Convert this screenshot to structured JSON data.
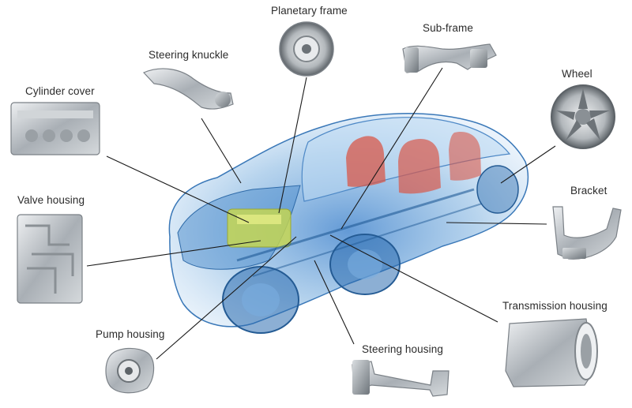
{
  "labels": {
    "planetary_frame": "Planetary frame",
    "sub_frame": "Sub-frame",
    "steering_knuckle": "Steering knuckle",
    "cylinder_cover": "Cylinder cover",
    "wheel": "Wheel",
    "bracket": "Bracket",
    "valve_housing": "Valve housing",
    "pump_housing": "Pump housing",
    "transmission_housing": "Transmission housing",
    "steering_housing": "Steering housing"
  },
  "colors": {
    "car_body": "#4f8fd0",
    "seats": "#d8584a",
    "engine": "#c9d84a",
    "part_metal": "#b9bec3",
    "leader_line": "#1a1a1a"
  }
}
